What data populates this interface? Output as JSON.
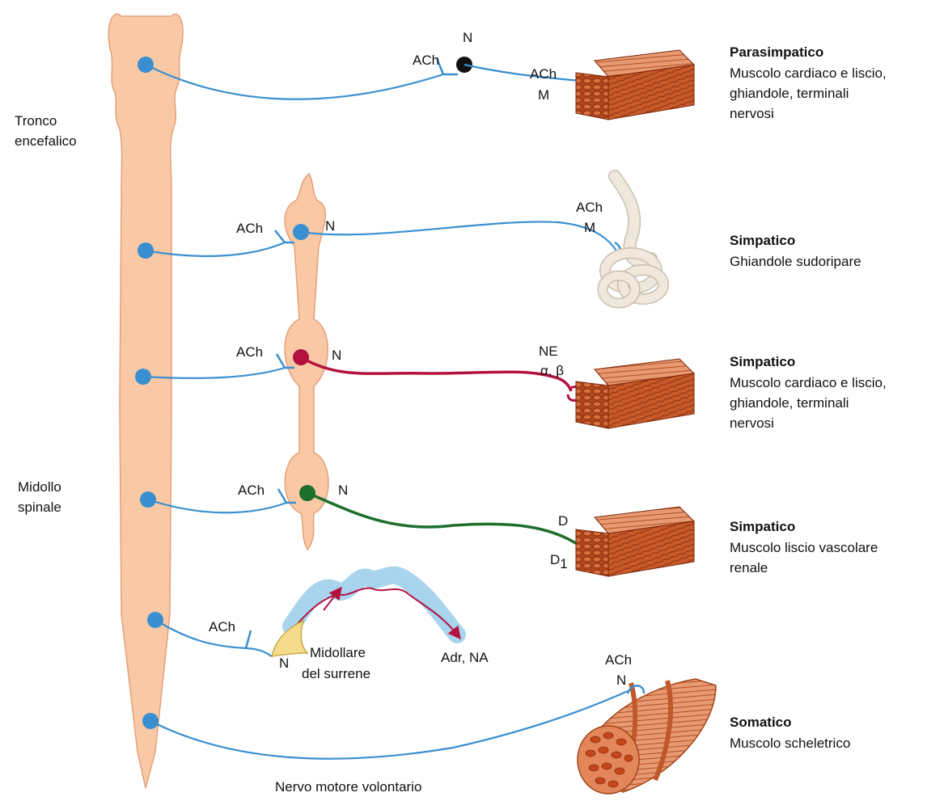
{
  "left_labels": {
    "brainstem_line1": "Tronco",
    "brainstem_line2": "encefalico",
    "spinal_line1": "Midollo",
    "spinal_line2": "spinale"
  },
  "pathways": [
    {
      "division": "Parasimpatico",
      "targets": [
        "Muscolo cardiaco e liscio,",
        "ghiandole, terminali",
        "nervosi"
      ],
      "preganglionic_transmitter": "ACh",
      "ganglionic_receptor": "N",
      "postganglionic_transmitter": "ACh",
      "target_receptor": "M"
    },
    {
      "division": "Simpatico",
      "targets": [
        "Ghiandole sudoripare"
      ],
      "preganglionic_transmitter": "ACh",
      "ganglionic_receptor": "N",
      "postganglionic_transmitter": "ACh",
      "target_receptor": "M"
    },
    {
      "division": "Simpatico",
      "targets": [
        "Muscolo cardiaco e liscio,",
        "ghiandole, terminali",
        "nervosi"
      ],
      "preganglionic_transmitter": "ACh",
      "ganglionic_receptor": "N",
      "postganglionic_transmitter": "NE",
      "target_receptor": "α, β"
    },
    {
      "division": "Simpatico",
      "targets": [
        "Muscolo liscio vascolare",
        "renale"
      ],
      "preganglionic_transmitter": "ACh",
      "ganglionic_receptor": "N",
      "postganglionic_transmitter": "D",
      "target_receptor": "D",
      "target_receptor_sub": "1"
    },
    {
      "preganglionic_transmitter": "ACh",
      "ganglionic_receptor": "N",
      "organ_line1": "Midollare",
      "organ_line2": "del surrene",
      "secretion": "Adr, NA"
    },
    {
      "division": "Somatico",
      "targets": [
        "Muscolo scheletrico"
      ],
      "transmitter": "ACh",
      "receptor": "N",
      "nerve_label": "Nervo motore volontario"
    }
  ],
  "colors": {
    "cns": "#f9c9a6",
    "cns_outline": "#e3a07a",
    "neuron_blue": "#3a8fd0",
    "parasympathetic_ganglion": "#111111",
    "noradrenergic": "#b3123f",
    "dopaminergic": "#1e6e2c",
    "adrenal_gland": "#f4dc8c",
    "blood_vessel": "#a8d4ee",
    "muscle": "#b84e22",
    "sweat_gland": "#f0e8dc"
  },
  "icons": [
    "smooth-muscle-block-icon",
    "sweat-gland-icon",
    "skeletal-muscle-icon",
    "adrenal-gland-icon",
    "blood-vessel-icon"
  ]
}
